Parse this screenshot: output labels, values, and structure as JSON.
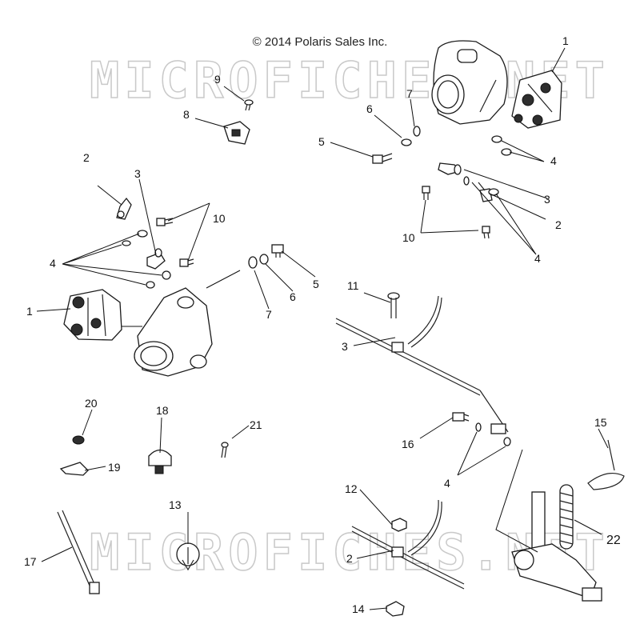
{
  "copyright": "© 2014 Polaris Sales Inc.",
  "watermark": "MICROFICHES.NET",
  "callouts": {
    "c1_right": "1",
    "c9": "9",
    "c8": "8",
    "c7_top": "7",
    "c6_top": "6",
    "c5_top": "5",
    "c4_top_right": "4",
    "c3_right": "3",
    "c2_right": "2",
    "c10_right": "10",
    "c4_right": "4",
    "c2_left": "2",
    "c3_left": "3",
    "c10_left": "10",
    "c4_left": "4",
    "c1_left": "1",
    "c7_mid": "7",
    "c6_mid": "6",
    "c5_mid": "5",
    "c11": "11",
    "c3_line": "3",
    "c20": "20",
    "c18": "18",
    "c21": "21",
    "c19": "19",
    "c16": "16",
    "c15": "15",
    "c4_bottom": "4",
    "c12": "12",
    "c13": "13",
    "c22": "22",
    "c17": "17",
    "c2_line": "2",
    "c14": "14"
  }
}
